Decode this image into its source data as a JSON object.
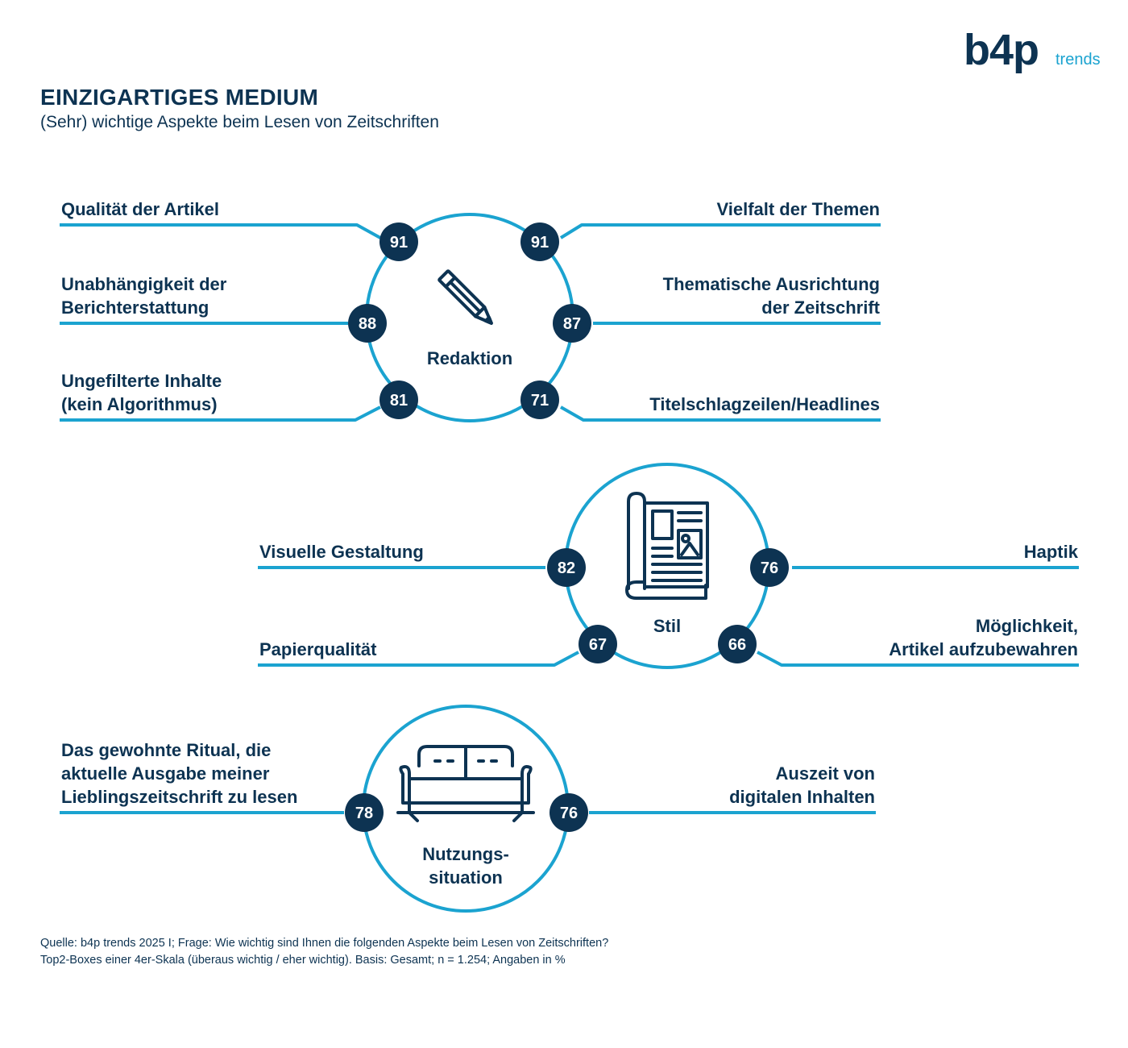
{
  "logo": {
    "brand": "b4p",
    "suffix": "trends"
  },
  "header": {
    "title": "EINZIGARTIGES MEDIUM",
    "subtitle": "(Sehr) wichtige Aspekte beim Lesen von Zeitschriften"
  },
  "groups": [
    {
      "name": "Redaktion",
      "icon": "pencil-icon",
      "items": [
        {
          "label": "Qualität der Artikel",
          "value": 91
        },
        {
          "label": "Vielfalt der Themen",
          "value": 91
        },
        {
          "label": "Unabhängigkeit der\nBerichterstattung",
          "value": 88
        },
        {
          "label": "Thematische Ausrichtung\nder Zeitschrift",
          "value": 87
        },
        {
          "label": "Ungefilterte Inhalte\n(kein Algorithmus)",
          "value": 81
        },
        {
          "label": "Titelschlagzeilen/Headlines",
          "value": 71
        }
      ]
    },
    {
      "name": "Stil",
      "icon": "magazine-icon",
      "items": [
        {
          "label": "Visuelle Gestaltung",
          "value": 82
        },
        {
          "label": "Haptik",
          "value": 76
        },
        {
          "label": "Papierqualität",
          "value": 67
        },
        {
          "label": "Möglichkeit,\nArtikel aufzubewahren",
          "value": 66
        }
      ]
    },
    {
      "name": "Nutzungs-\nsituation",
      "icon": "sofa-icon",
      "items": [
        {
          "label": "Das gewohnte Ritual, die\naktuelle Ausgabe meiner\nLieblingszeitschrift zu lesen",
          "value": 78
        },
        {
          "label": "Auszeit von\ndigitalen Inhalten",
          "value": 76
        }
      ]
    }
  ],
  "footer": {
    "source_line1": "Quelle: b4p trends 2025 I; Frage: Wie wichtig sind Ihnen die folgenden Aspekte beim Lesen von Zeitschriften?",
    "source_line2": "Top2-Boxes einer 4er-Skala (überaus wichtig / eher wichtig). Basis: Gesamt; n = 1.254; Angaben in %"
  },
  "colors": {
    "accent": "#1ba3d0",
    "dark": "#0d3352",
    "badge_text": "#ffffff"
  }
}
